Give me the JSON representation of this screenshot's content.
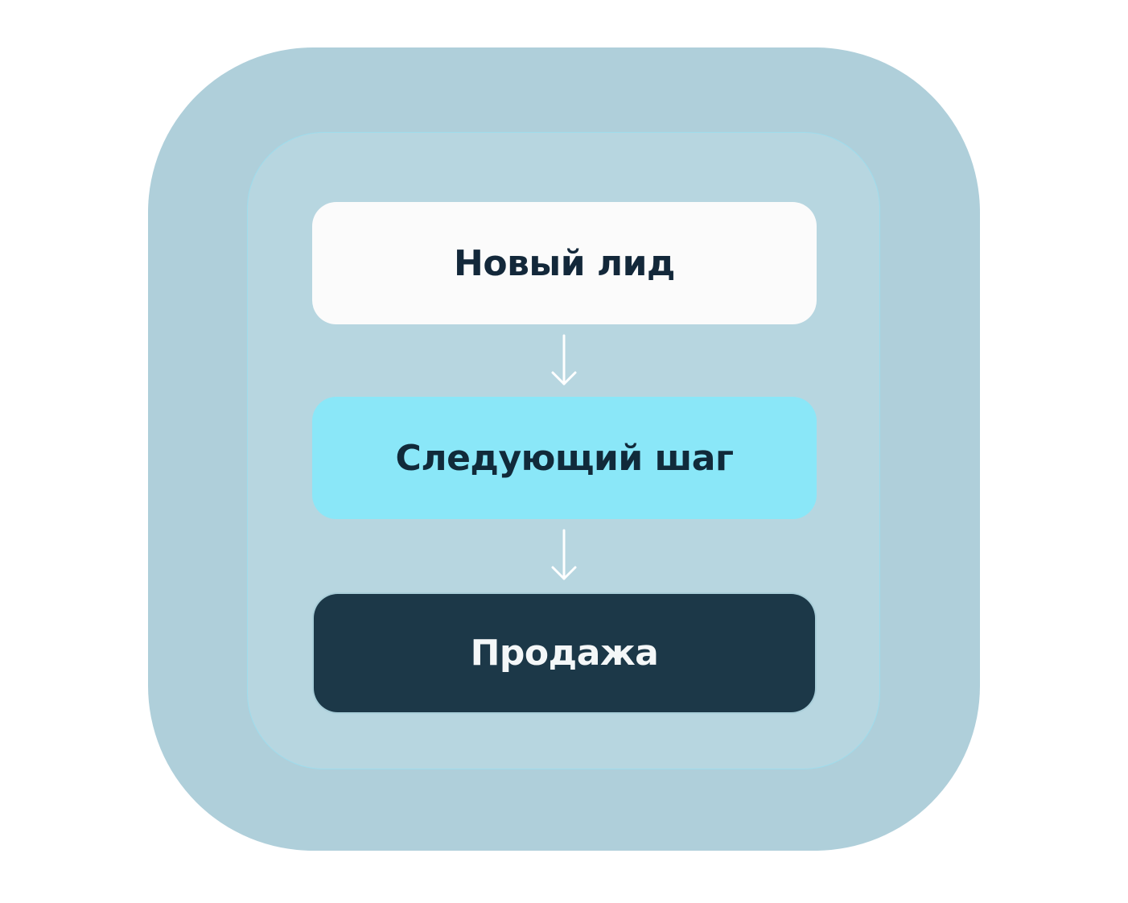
{
  "diagram": {
    "steps": [
      {
        "label": "Новый лид",
        "color": "#fbfbfb"
      },
      {
        "label": "Следующий шаг",
        "color": "#8ae7f8"
      },
      {
        "label": "Продажа",
        "color": "#1c3848"
      }
    ],
    "arrow_icon": "arrow-down-icon",
    "colors": {
      "outer_frame": "#afcfda",
      "inner_frame_border": "#9fdcec",
      "text_dark": "#13283a",
      "text_light": "#f4f7f8"
    }
  }
}
